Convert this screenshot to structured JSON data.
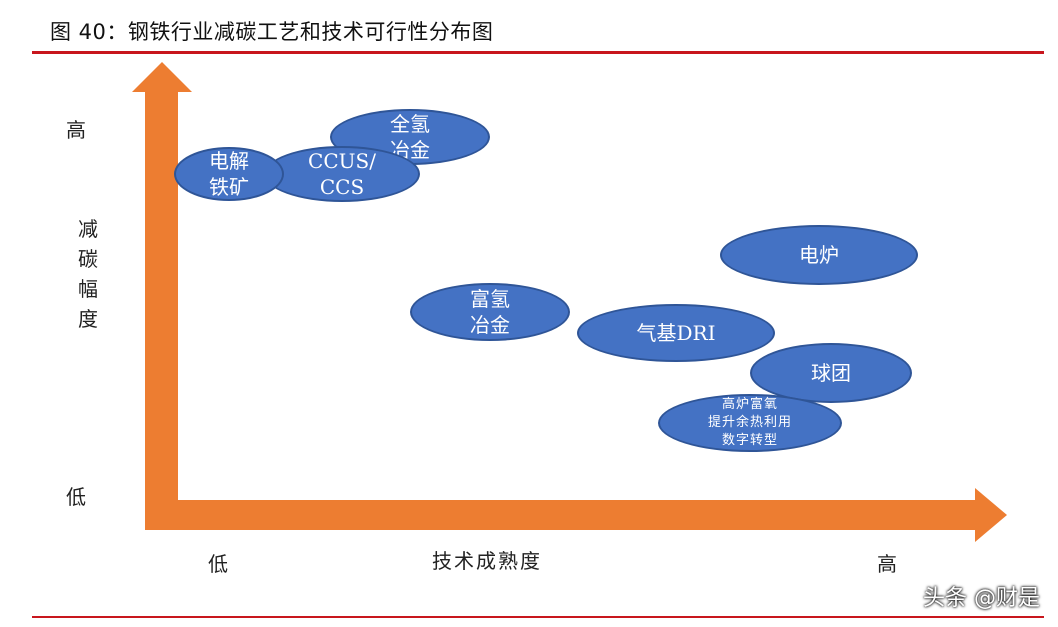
{
  "title": "图 40：钢铁行业减碳工艺和技术可行性分布图",
  "axes": {
    "y_label": "减碳幅度",
    "y_high": "高",
    "y_low": "低",
    "x_label": "技术成熟度",
    "x_low": "低",
    "x_high": "高"
  },
  "nodes": {
    "hydrogen_full": "全氢\n冶金",
    "electrolysis": "电解\n铁矿",
    "ccus": "CCUS/\nCCS",
    "eaf": "电炉",
    "hydrogen_rich": "富氢\n冶金",
    "gas_dri": "气基DRI",
    "pellet": "球团",
    "bf_upgrade": "高炉富氧\n提升余热利用\n数字转型"
  },
  "colors": {
    "node_fill": "#4472c4",
    "axis": "#ed7d31",
    "rule": "#c8161d"
  },
  "watermark": "头条 @财是"
}
